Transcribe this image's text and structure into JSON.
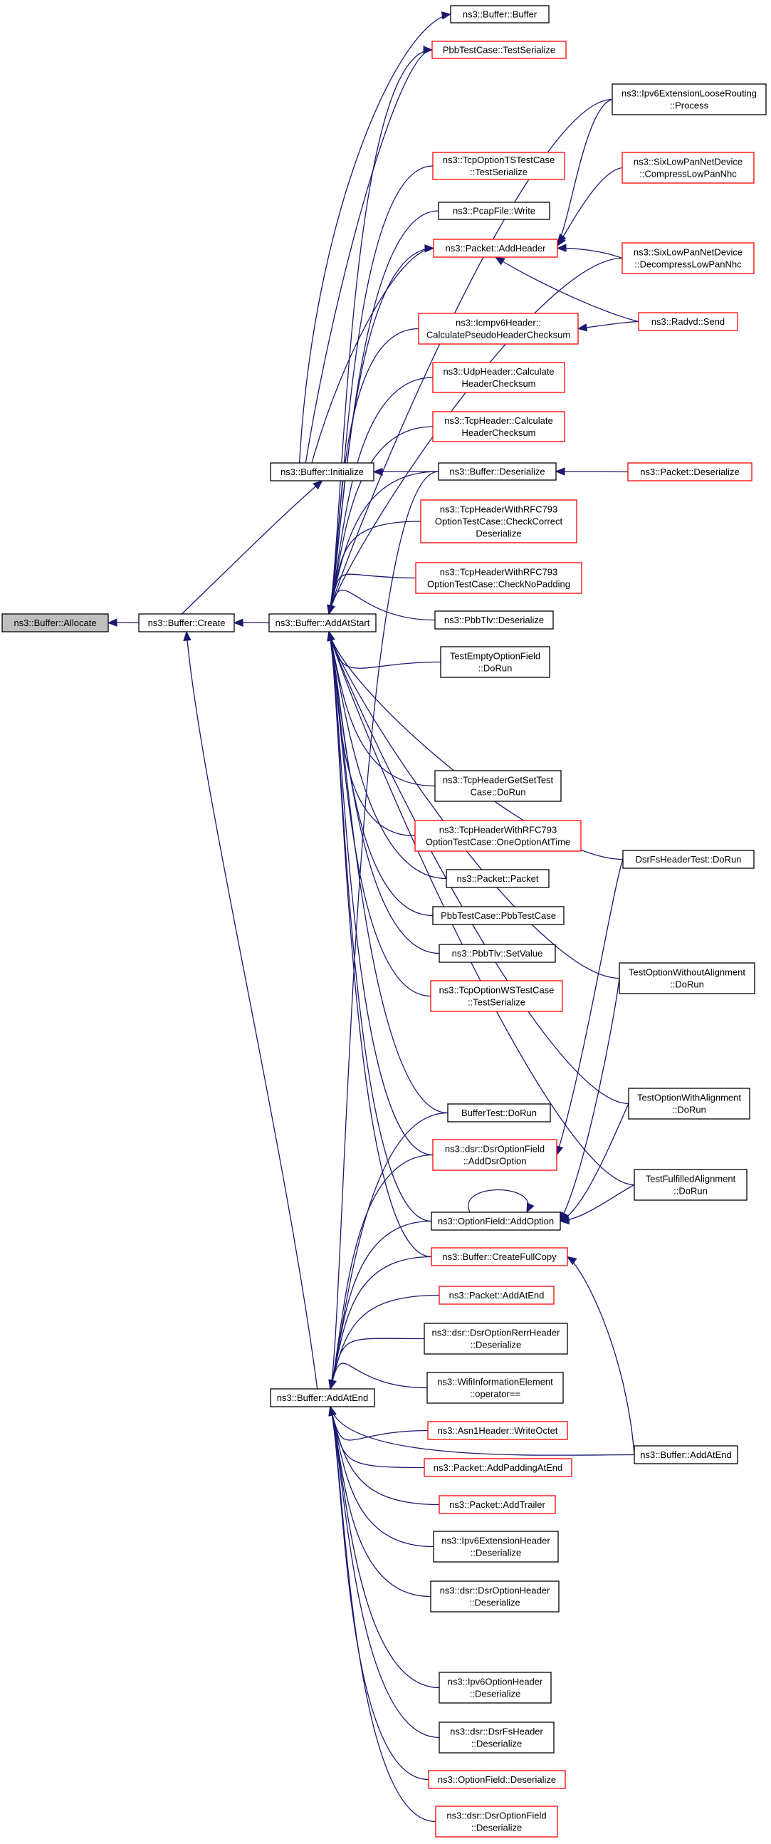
{
  "diagram": {
    "title": "",
    "nodes": [
      {
        "id": "allocate",
        "lines": [
          "ns3::Buffer::Allocate"
        ],
        "style": "gray"
      },
      {
        "id": "create",
        "lines": [
          "ns3::Buffer::Create"
        ],
        "style": "black"
      },
      {
        "id": "initialize",
        "lines": [
          "ns3::Buffer::Initialize"
        ],
        "style": "black"
      },
      {
        "id": "addatstart",
        "lines": [
          "ns3::Buffer::AddAtStart"
        ],
        "style": "black"
      },
      {
        "id": "addatend",
        "lines": [
          "ns3::Buffer::AddAtEnd"
        ],
        "style": "black"
      },
      {
        "id": "buffer_buffer",
        "lines": [
          "ns3::Buffer::Buffer"
        ],
        "style": "black"
      },
      {
        "id": "pbb_testserialize",
        "lines": [
          "PbbTestCase::TestSerialize"
        ],
        "style": "red"
      },
      {
        "id": "tcpts_testserialize",
        "lines": [
          "ns3::TcpOptionTSTestCase",
          "::TestSerialize"
        ],
        "style": "red"
      },
      {
        "id": "pcapfile_write",
        "lines": [
          "ns3::PcapFile::Write"
        ],
        "style": "black"
      },
      {
        "id": "packet_addheader",
        "lines": [
          "ns3::Packet::AddHeader"
        ],
        "style": "red"
      },
      {
        "id": "icmpv6_checksum",
        "lines": [
          "ns3::Icmpv6Header::",
          "CalculatePseudoHeaderChecksum"
        ],
        "style": "red"
      },
      {
        "id": "udp_checksum",
        "lines": [
          "ns3::UdpHeader::Calculate",
          "HeaderChecksum"
        ],
        "style": "red"
      },
      {
        "id": "tcp_checksum",
        "lines": [
          "ns3::TcpHeader::Calculate",
          "HeaderChecksum"
        ],
        "style": "red"
      },
      {
        "id": "buffer_deserialize",
        "lines": [
          "ns3::Buffer::Deserialize"
        ],
        "style": "black"
      },
      {
        "id": "tcp793_checkcorrect",
        "lines": [
          "ns3::TcpHeaderWithRFC793",
          "OptionTestCase::CheckCorrect",
          "Deserialize"
        ],
        "style": "red"
      },
      {
        "id": "tcp793_checknopadding",
        "lines": [
          "ns3::TcpHeaderWithRFC793",
          "OptionTestCase::CheckNoPadding"
        ],
        "style": "red"
      },
      {
        "id": "pbbtlv_deserialize",
        "lines": [
          "ns3::PbbTlv::Deserialize"
        ],
        "style": "black"
      },
      {
        "id": "testemptyoption",
        "lines": [
          "TestEmptyOptionField",
          "::DoRun"
        ],
        "style": "black"
      },
      {
        "id": "tcpgetset",
        "lines": [
          "ns3::TcpHeaderGetSetTest",
          "Case::DoRun"
        ],
        "style": "black"
      },
      {
        "id": "tcp793_oneoption",
        "lines": [
          "ns3::TcpHeaderWithRFC793",
          "OptionTestCase::OneOptionAtTime"
        ],
        "style": "red"
      },
      {
        "id": "packet_packet",
        "lines": [
          "ns3::Packet::Packet"
        ],
        "style": "black"
      },
      {
        "id": "pbbtestcase_ctor",
        "lines": [
          "PbbTestCase::PbbTestCase"
        ],
        "style": "black"
      },
      {
        "id": "pbbtlv_setvalue",
        "lines": [
          "ns3::PbbTlv::SetValue"
        ],
        "style": "black"
      },
      {
        "id": "tcpws_testserialize",
        "lines": [
          "ns3::TcpOptionWSTestCase",
          "::TestSerialize"
        ],
        "style": "red"
      },
      {
        "id": "buffertest_dorun",
        "lines": [
          "BufferTest::DoRun"
        ],
        "style": "black"
      },
      {
        "id": "dsr_adddsroption",
        "lines": [
          "ns3::dsr::DsrOptionField",
          "::AddDsrOption"
        ],
        "style": "red"
      },
      {
        "id": "optionfield_addoption",
        "lines": [
          "ns3::OptionField::AddOption"
        ],
        "style": "black"
      },
      {
        "id": "createfullcopy",
        "lines": [
          "ns3::Buffer::CreateFullCopy"
        ],
        "style": "red"
      },
      {
        "id": "packet_addatend",
        "lines": [
          "ns3::Packet::AddAtEnd"
        ],
        "style": "red"
      },
      {
        "id": "dsrrerr_deserialize",
        "lines": [
          "ns3::dsr::DsrOptionRerrHeader",
          "::Deserialize"
        ],
        "style": "black"
      },
      {
        "id": "wifiinfo_op",
        "lines": [
          "ns3::WifiInformationElement",
          "::operator=="
        ],
        "style": "black"
      },
      {
        "id": "asn1_writeoctet",
        "lines": [
          "ns3::Asn1Header::WriteOctet"
        ],
        "style": "red"
      },
      {
        "id": "packet_addpadding",
        "lines": [
          "ns3::Packet::AddPaddingAtEnd"
        ],
        "style": "red"
      },
      {
        "id": "packet_addtrailer",
        "lines": [
          "ns3::Packet::AddTrailer"
        ],
        "style": "red"
      },
      {
        "id": "ipv6ext_deserialize",
        "lines": [
          "ns3::Ipv6ExtensionHeader",
          "::Deserialize"
        ],
        "style": "black"
      },
      {
        "id": "dsroption_deserialize",
        "lines": [
          "ns3::dsr::DsrOptionHeader",
          "::Deserialize"
        ],
        "style": "black"
      },
      {
        "id": "ipv6option_deserialize",
        "lines": [
          "ns3::Ipv6OptionHeader",
          "::Deserialize"
        ],
        "style": "black"
      },
      {
        "id": "dsrfs_deserialize",
        "lines": [
          "ns3::dsr::DsrFsHeader",
          "::Deserialize"
        ],
        "style": "black"
      },
      {
        "id": "optionfield_deserialize",
        "lines": [
          "ns3::OptionField::Deserialize"
        ],
        "style": "red"
      },
      {
        "id": "dsroptionfield_deserialize",
        "lines": [
          "ns3::dsr::DsrOptionField",
          "::Deserialize"
        ],
        "style": "red"
      },
      {
        "id": "ipv6loose_process",
        "lines": [
          "ns3::Ipv6ExtensionLooseRouting",
          "::Process"
        ],
        "style": "black"
      },
      {
        "id": "sixlow_compress",
        "lines": [
          "ns3::SixLowPanNetDevice",
          "::CompressLowPanNhc"
        ],
        "style": "red"
      },
      {
        "id": "sixlow_decompress",
        "lines": [
          "ns3::SixLowPanNetDevice",
          "::DecompressLowPanNhc"
        ],
        "style": "red"
      },
      {
        "id": "radvd_send",
        "lines": [
          "ns3::Radvd::Send"
        ],
        "style": "red"
      },
      {
        "id": "packet_deserialize",
        "lines": [
          "ns3::Packet::Deserialize"
        ],
        "style": "red"
      },
      {
        "id": "dsrfsheadertest",
        "lines": [
          "DsrFsHeaderTest::DoRun"
        ],
        "style": "black"
      },
      {
        "id": "testoptionwithout",
        "lines": [
          "TestOptionWithoutAlignment",
          "::DoRun"
        ],
        "style": "black"
      },
      {
        "id": "testoptionwith",
        "lines": [
          "TestOptionWithAlignment",
          "::DoRun"
        ],
        "style": "black"
      },
      {
        "id": "testfulfilled",
        "lines": [
          "TestFulfilledAlignment",
          "::DoRun"
        ],
        "style": "black"
      },
      {
        "id": "buffer_addatend_right",
        "lines": [
          "ns3::Buffer::AddAtEnd"
        ],
        "style": "black"
      }
    ]
  }
}
